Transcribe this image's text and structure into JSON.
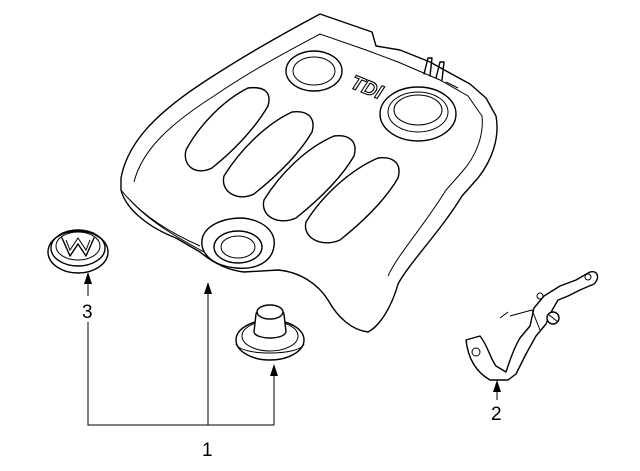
{
  "callouts": {
    "part_1": "1",
    "part_2": "2",
    "part_3": "3"
  },
  "cover_lettering": "TDI",
  "colors": {
    "line": "#000000",
    "background": "#ffffff"
  }
}
